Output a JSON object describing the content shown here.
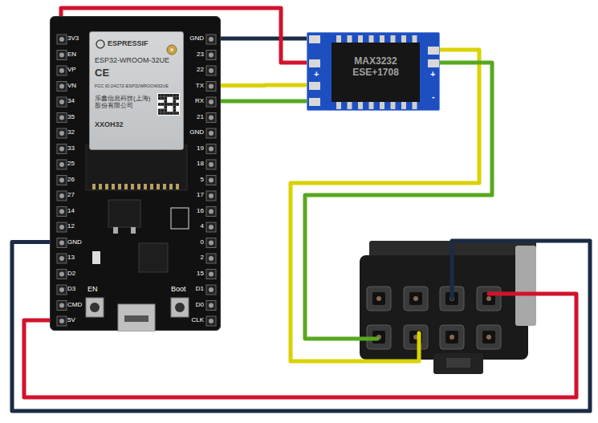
{
  "diagram": {
    "nodes": [
      {
        "text": [
          "EN",
          "Boot"
        ]
      },
      {
        "text": [
          "ESPRESSIF",
          "ESP32-WROOM-32UE",
          "CE",
          "FCC ID:2AC7Z-ESP32WROOM32UE",
          "乐鑫信息科技(上海) 股份有限公司",
          "XXOH32"
        ],
        "in": 0
      },
      {
        "text": [
          "MAX3232 ESE+1708"
        ]
      }
    ],
    "edges": [
      {
        "from": 0,
        "to": 2,
        "arrow": "none"
      },
      {
        "from": 0,
        "to": 2,
        "arrow": "none"
      },
      {
        "from": 0,
        "to": 2,
        "arrow": "none"
      },
      {
        "from": 0,
        "to": 2,
        "arrow": "none"
      }
    ],
    "labels": [
      "3V3",
      "EN",
      "VP",
      "VN",
      "34",
      "35",
      "32",
      "33",
      "25",
      "26",
      "27",
      "14",
      "12",
      "GND",
      "13",
      "D2",
      "D3",
      "CMD",
      "5V",
      "GND",
      "23",
      "22",
      "TX",
      "RX",
      "21",
      "GND",
      "19",
      "18",
      "5",
      "17",
      "16",
      "4",
      "0",
      "2",
      "15",
      "D1",
      "D0",
      "CLK",
      "+",
      "+",
      "-"
    ]
  }
}
